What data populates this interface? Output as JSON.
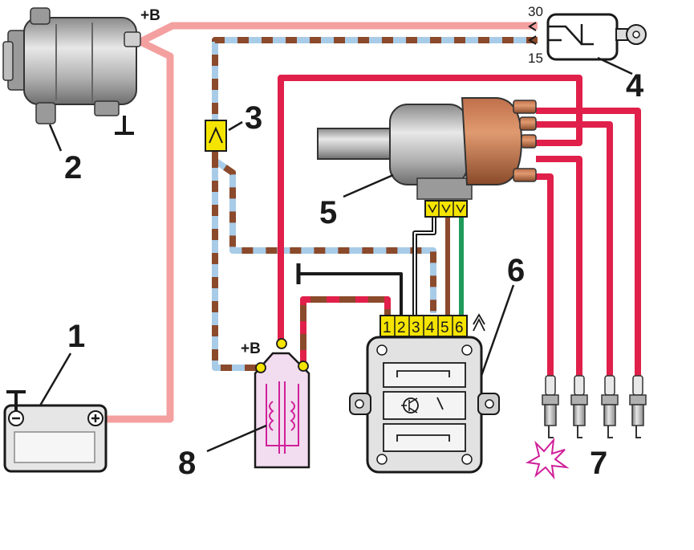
{
  "labels": {
    "battery": "1",
    "alternator": "2",
    "connector": "3",
    "ignition_switch": "4",
    "distributor": "5",
    "switch_unit": "6",
    "spark_plugs": "7",
    "ignition_coil": "8"
  },
  "terminals": {
    "alternator_plus": "+B",
    "coil_plus": "+B",
    "switch_30": "30",
    "switch_15": "15"
  },
  "switch_unit_pins": [
    "1",
    "2",
    "3",
    "4",
    "5",
    "6"
  ],
  "colors": {
    "red": "#e0204a",
    "pink": "#f4a0a0",
    "brown": "#8b4a2b",
    "blue": "#a8cce8",
    "green": "#1f9a5a",
    "yellow": "#f5e400",
    "magenta": "#d0209a"
  }
}
